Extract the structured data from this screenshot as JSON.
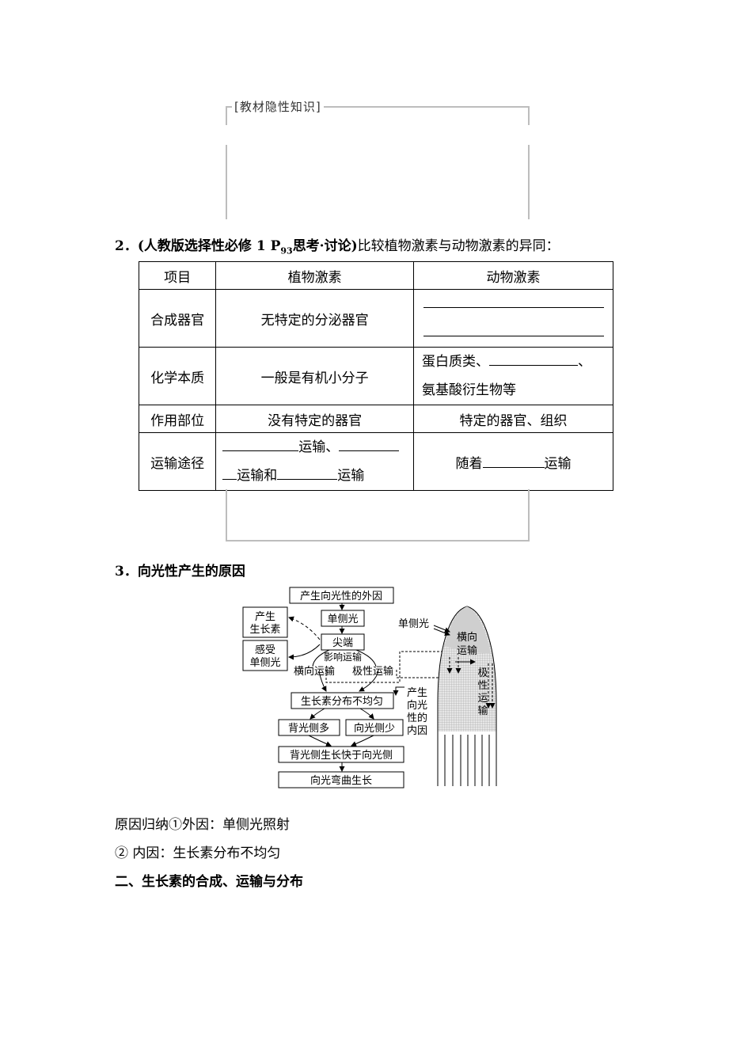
{
  "frame_label": "[教材隐性知识]",
  "q2_heading": {
    "number": "2",
    "source_open": "(人教版选择性必修",
    "book_num": "1",
    "page_prefix": "P",
    "page_sub": "93",
    "activity": "思考·讨论)",
    "text": "比较植物激素与动物激素的异同："
  },
  "table": {
    "headers": [
      "项目",
      "植物激素",
      "动物激素"
    ],
    "rows": [
      {
        "item": "合成器官",
        "plant": "无特定的分泌器官"
      },
      {
        "item": "化学本质",
        "plant": "一般是有机小分子",
        "animal_a": "蛋白质类、",
        "animal_b": "、",
        "animal_c": "氨基酸衍生物等"
      },
      {
        "item": "作用部位",
        "plant": "没有特定的器官",
        "animal": "特定的器官、组织"
      },
      {
        "item": "运输途径",
        "plant_a": "运输、",
        "plant_b": "运输和",
        "plant_c": "运输",
        "animal_a": "随着",
        "animal_b": "运输"
      }
    ]
  },
  "q3_heading": "3．向光性产生的原因",
  "diagram": {
    "external_cause": "产生向光性的外因",
    "unilateral_light": "单侧光",
    "tip": "尖端",
    "produce_1": "产生",
    "produce_2": "生长素",
    "sense_1": "感受",
    "sense_2": "单侧光",
    "affect_transport": "影响运输",
    "lateral_transport": "横向运输",
    "polar_transport": "极性运输",
    "uneven": "生长素分布不均匀",
    "back_more": "背光侧多",
    "front_less": "向光侧少",
    "faster": "背光侧生长快于向光侧",
    "bend": "向光弯曲生长",
    "internal": [
      "产生",
      "向光",
      "性的",
      "内因"
    ],
    "light_label": "单侧光",
    "lateral_v": [
      "横向",
      "运输"
    ],
    "polar_v": [
      "极",
      "性",
      "运",
      "输"
    ]
  },
  "summary1": "原因归纳①外因：单侧光照射",
  "summary2": "② 内因：生长素分布不均匀",
  "section_title": "二、生长素的合成、运输与分布"
}
